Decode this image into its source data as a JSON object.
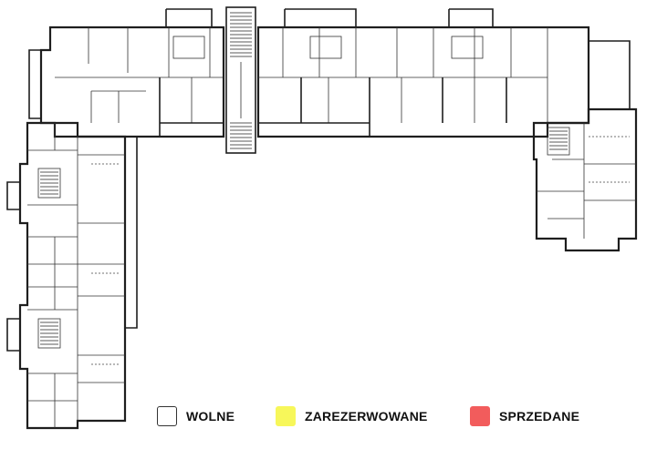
{
  "legend": {
    "items": [
      {
        "label": "WOLNE",
        "color": "#ffffff"
      },
      {
        "label": "ZAREZERWOWANE",
        "color": "#f7f75a"
      },
      {
        "label": "SPRZEDANE",
        "color": "#f25c5c"
      }
    ]
  }
}
